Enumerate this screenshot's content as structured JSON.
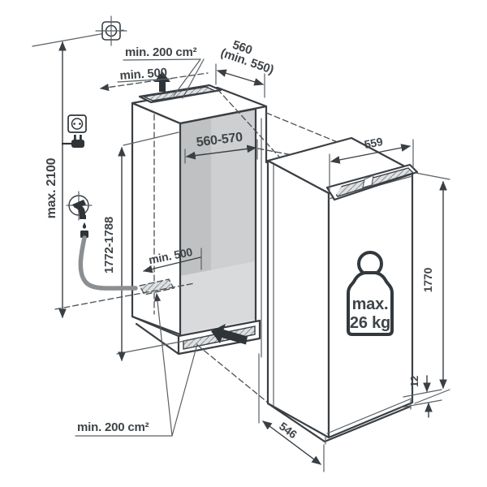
{
  "diagram": {
    "kind": "built-in appliance installation dimension diagram",
    "units": "mm"
  },
  "labels": {
    "top_vent_area": "min. 200 cm²",
    "top_clearance": "min. 500",
    "niche_depth": "560",
    "niche_depth_min": "(min. 550)",
    "niche_width": "560-570",
    "floor_clearance": "min. 500",
    "niche_height": "1772-1788",
    "max_total_height": "max. 2100",
    "bottom_vent_area": "min. 200 cm²",
    "appliance_width": "559",
    "appliance_height": "1770",
    "base_gap": "12",
    "appliance_depth": "546",
    "weight_max_label": "max.",
    "weight_value": "26 kg"
  },
  "icons": {
    "wall_connection": "crosshair-square",
    "power_socket": "socket-outlet",
    "power_plug": "mains-plug",
    "water_tap": "tap-with-crosshair",
    "water_drop": "drop",
    "drain_hose": "hose",
    "airflow_top": "thick-up-arrow",
    "airflow_bottom": "thick-inward-arrow",
    "weight_limit": "kettlebell-weight"
  },
  "colors": {
    "line": "#3a3f44",
    "interior_dark": "#bfc1c2",
    "interior_mid": "#cdcfd0",
    "interior_floor": "#d8dadb",
    "vent_fill": "#dfe1e2",
    "hose": "#8c8f92",
    "icon": "#2f3438"
  }
}
